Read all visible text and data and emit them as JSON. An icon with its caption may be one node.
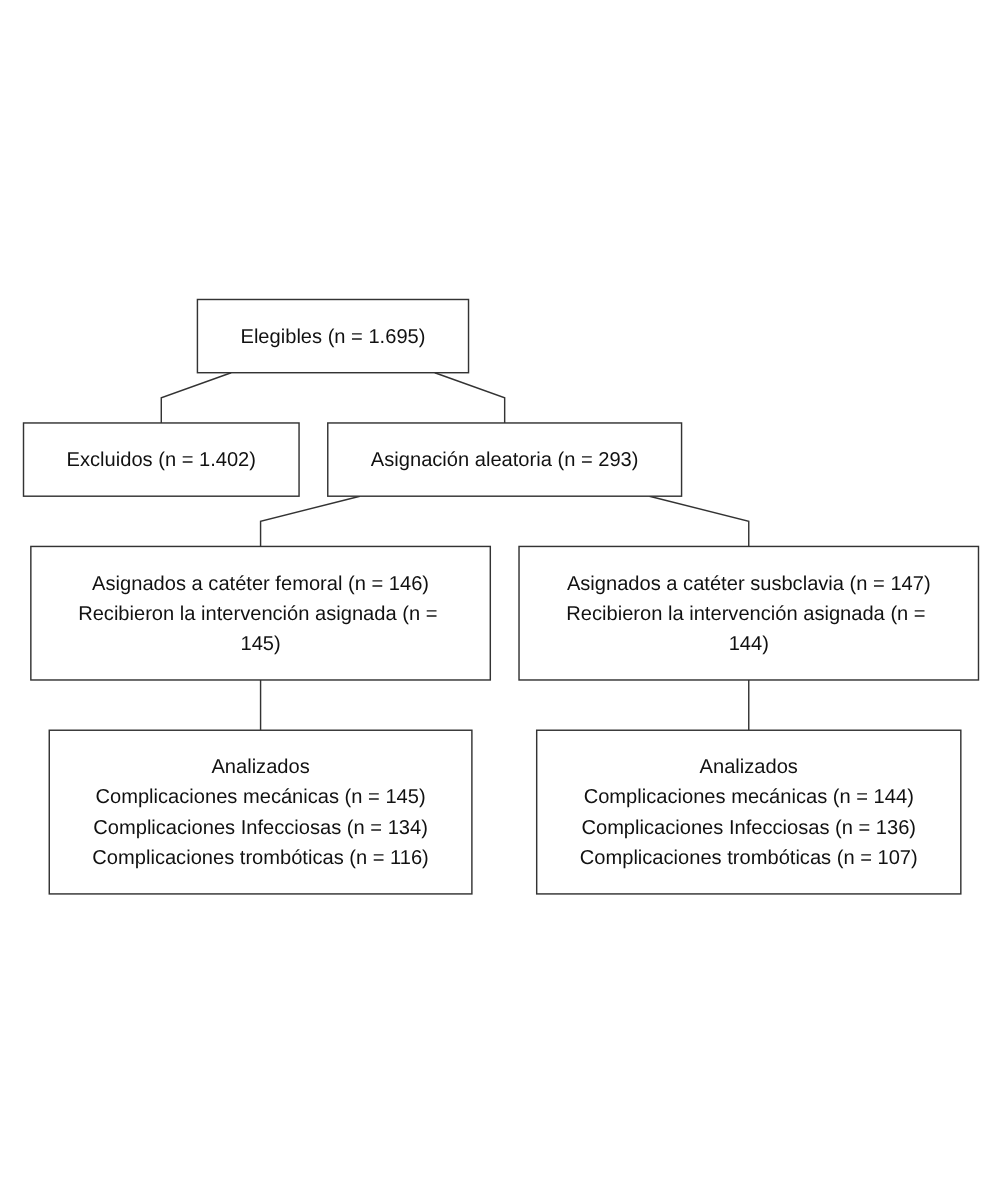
{
  "diagram": {
    "nodes": [
      {
        "text": [
          "Elegibles (n = 1.695)"
        ]
      },
      {
        "text": [
          "Excluidos (n = 1.402)"
        ]
      },
      {
        "text": [
          "Asignación aleatoria (n = 293)"
        ]
      },
      {
        "text": [
          "Asignados a catéter femoral (n = 146)",
          "Recibieron la intervención asignada (n = 145)"
        ]
      },
      {
        "text": [
          "Asignados a catéter susbclavia (n = 147)",
          "Recibieron la intervención asignada (n = 144)"
        ]
      },
      {
        "text": [
          "Analizados",
          "Complicaciones mecánicas (n = 145)",
          "Complicaciones Infecciosas (n = 134)",
          "Complicaciones trombóticas (n = 116)"
        ]
      },
      {
        "text": [
          "Analizados",
          "Complicaciones mecánicas (n = 144)",
          "Complicaciones Infecciosas (n = 136)",
          "Complicaciones trombóticas (n = 107)"
        ]
      }
    ],
    "edges": [
      {
        "from": 0,
        "to": 1,
        "arrow": "none"
      },
      {
        "from": 0,
        "to": 2,
        "arrow": "none"
      },
      {
        "from": 2,
        "to": 3,
        "arrow": "none"
      },
      {
        "from": 2,
        "to": 4,
        "arrow": "none"
      },
      {
        "from": 3,
        "to": 5,
        "arrow": "none"
      },
      {
        "from": 4,
        "to": 6,
        "arrow": "none"
      }
    ]
  }
}
